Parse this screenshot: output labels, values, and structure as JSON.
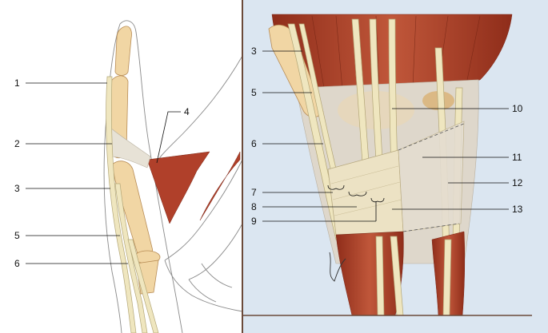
{
  "figure": {
    "background_color": "#dbe6f1",
    "left_panel": {
      "labels": [
        {
          "id": "lbl-1",
          "text": "1"
        },
        {
          "id": "lbl-2",
          "text": "2"
        },
        {
          "id": "lbl-3",
          "text": "3"
        },
        {
          "id": "lbl-4",
          "text": "4"
        },
        {
          "id": "lbl-5",
          "text": "5"
        },
        {
          "id": "lbl-6",
          "text": "6"
        }
      ]
    },
    "right_panel": {
      "labels": [
        {
          "id": "lbl-r3",
          "text": "3"
        },
        {
          "id": "lbl-r5",
          "text": "5"
        },
        {
          "id": "lbl-r6",
          "text": "6"
        },
        {
          "id": "lbl-r7",
          "text": "7"
        },
        {
          "id": "lbl-r8",
          "text": "8"
        },
        {
          "id": "lbl-r9",
          "text": "9"
        },
        {
          "id": "lbl-r10",
          "text": "10"
        },
        {
          "id": "lbl-r11",
          "text": "11"
        },
        {
          "id": "lbl-r12",
          "text": "12"
        },
        {
          "id": "lbl-r13",
          "text": "13"
        }
      ]
    },
    "colors": {
      "muscle": "#b0402a",
      "bone": "#f1d6a4",
      "tendon": "#efe6bf",
      "retinaculum": "#ece2c4",
      "skin_outline": "#8a8a8a",
      "divider": "#6b4a3a"
    }
  }
}
